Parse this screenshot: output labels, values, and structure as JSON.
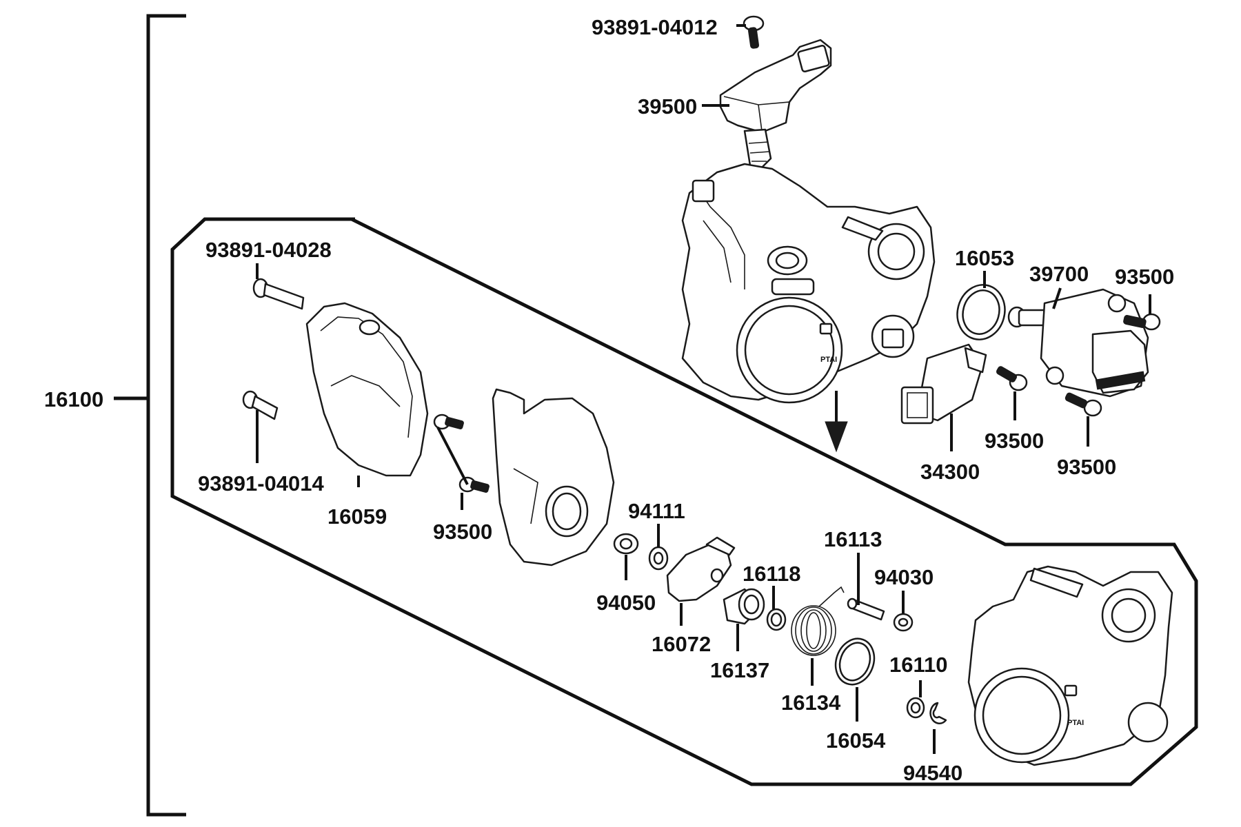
{
  "labels": {
    "p_93891_04012": "93891-04012",
    "p_39500": "39500",
    "p_16053": "16053",
    "p_39700": "39700",
    "p_93500": "93500",
    "p_34300": "34300",
    "p_93891_04028": "93891-04028",
    "p_93891_04014": "93891-04014",
    "p_16059": "16059",
    "p_16100": "16100",
    "p_94111": "94111",
    "p_94050": "94050",
    "p_16072": "16072",
    "p_16118": "16118",
    "p_16137": "16137",
    "p_16113": "16113",
    "p_94030": "94030",
    "p_16134": "16134",
    "p_16054": "16054",
    "p_16110": "16110",
    "p_94540": "94540"
  },
  "marks": {
    "body_stamp": "PTAI"
  },
  "colors": {
    "ink": "#111111",
    "background": "#ffffff"
  }
}
